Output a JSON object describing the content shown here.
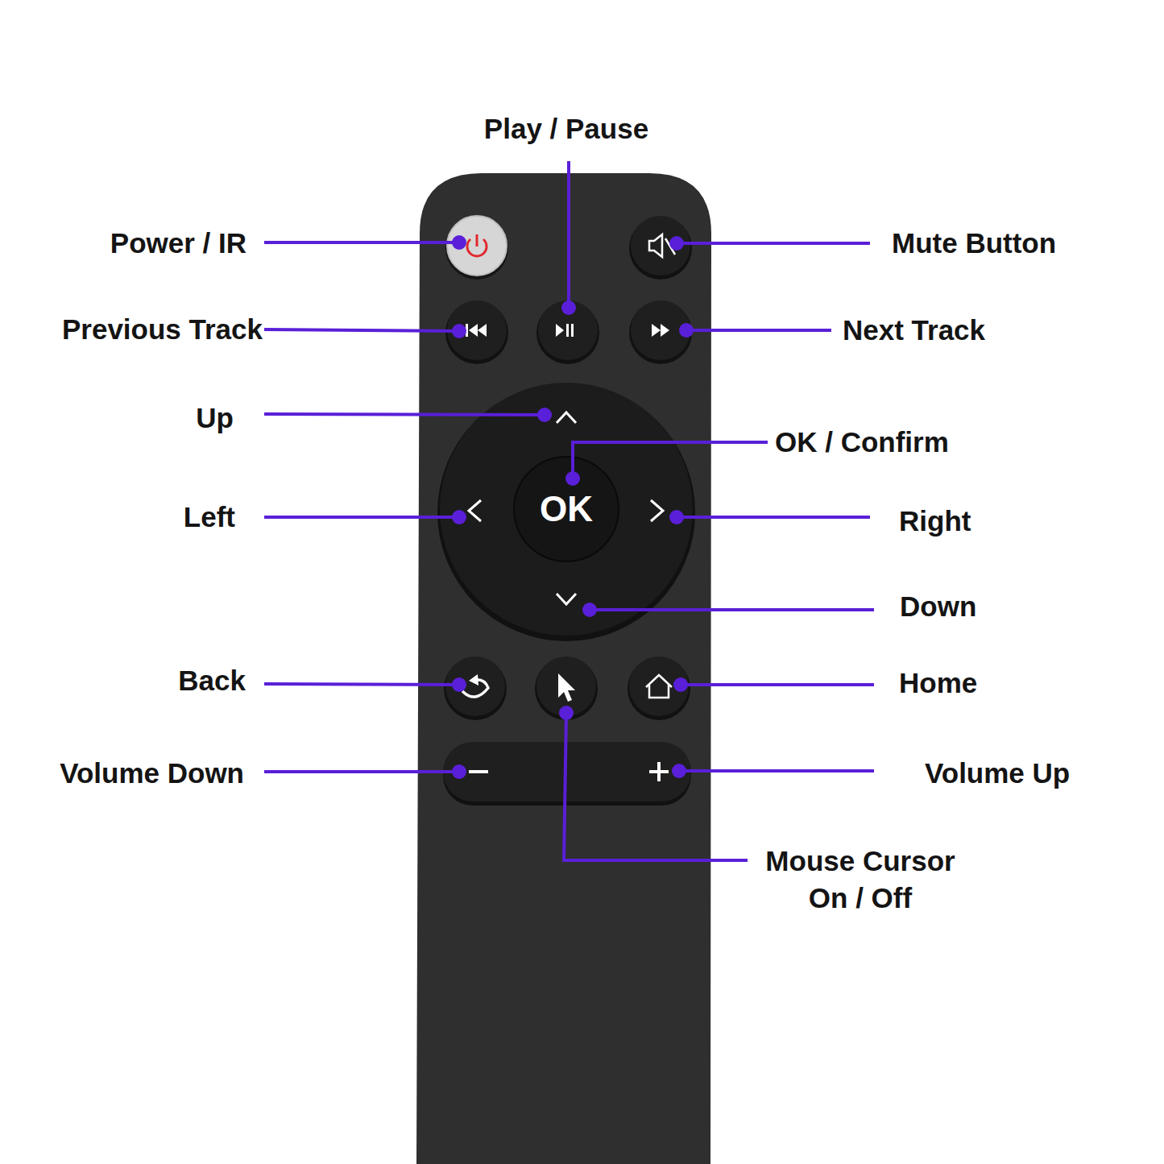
{
  "diagram": {
    "nodes": [
      {
        "text": [
          "OK"
        ]
      }
    ],
    "labels": [
      "Play / Pause",
      "Power / IR",
      "Mute Button",
      "Previous Track",
      "Next Track",
      "Up",
      "OK / Confirm",
      "Left",
      "Right",
      "Down",
      "Back",
      "Home",
      "Volume Down",
      "Volume Up",
      "Mouse Cursor On / Off"
    ]
  }
}
